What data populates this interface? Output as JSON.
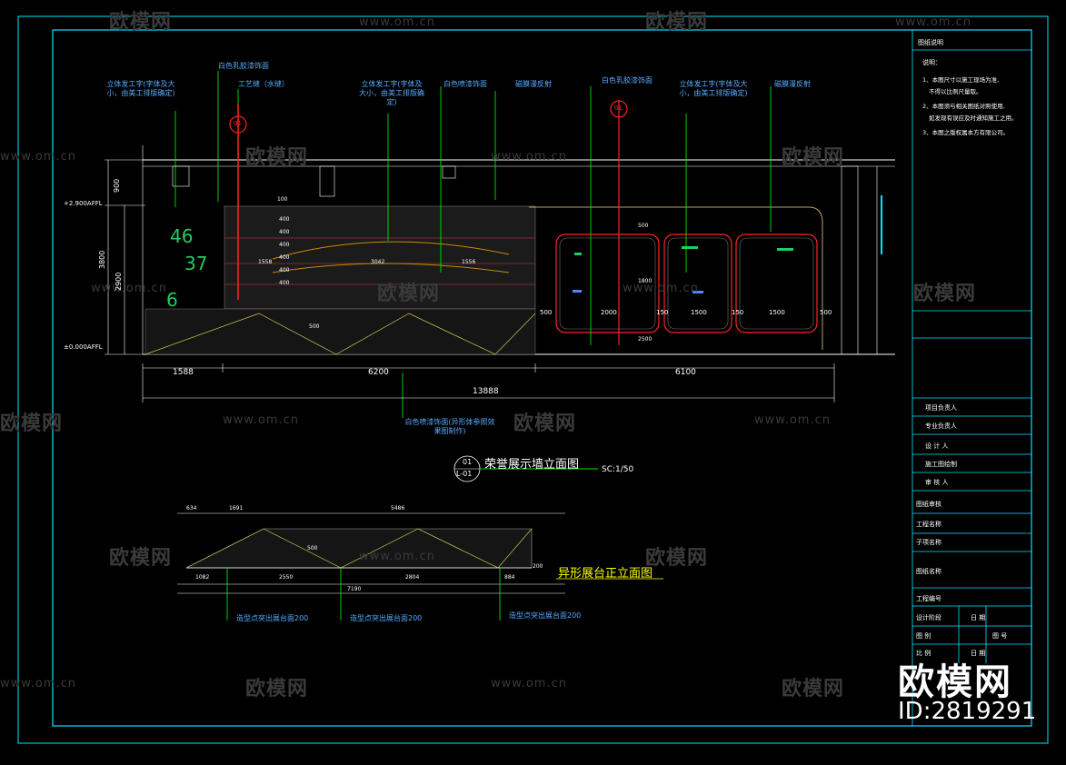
{
  "watermark": {
    "brand": "欧模网",
    "url": "www.om.cn"
  },
  "logo": {
    "brand": "欧模网",
    "id": "ID:2819291"
  },
  "notes": {
    "header": "图纸说明",
    "title": "说明：",
    "items": [
      "1、本图尺寸以施工现场为准,",
      "不得以比例尺量取。",
      "2、本图须与相关图纸对照使用,",
      "如发现有误应及时通知施工之用。",
      "3、本图之版权属本方有限公司。"
    ]
  },
  "title_block": {
    "rows": [
      "项目负责人",
      "专业负责人",
      "设 计 人",
      "施工图绘制",
      "审 核 人",
      "图纸审核",
      "工程名称",
      "子项名称",
      "图纸名称",
      "工程编号",
      "设计阶段",
      "图 别",
      "比 例"
    ],
    "right_cells": [
      "日 期",
      "图 号",
      "日 期"
    ]
  },
  "elevation": {
    "callouts": [
      "立体发工字(字体及大小，由美工排版确定)",
      "白色乳胶漆饰面",
      "工艺缝（水缝）",
      "立体发工字(字体及大小，由美工排版确定)",
      "白色喷漆饰面",
      "磁膜漫反射",
      "白色乳胶漆饰面",
      "立体发工字(字体及大小，由美工排版确定)",
      "磁膜漫反射"
    ],
    "bottom_callout": "白色喷漆饰面(异形体参照效果图制作)",
    "levels": [
      "+2.900AFFL",
      "±0.000AFFL"
    ],
    "vertical_dims": [
      "900",
      "3800",
      "2900"
    ],
    "horizontal_dims": [
      "1588",
      "6200",
      "6100"
    ],
    "total_dim": "13888",
    "panel_dims": [
      "500",
      "2000",
      "150",
      "1500",
      "150",
      "1500",
      "500"
    ],
    "numbers": [
      "46",
      "37",
      "6"
    ],
    "inner_dims": [
      "100",
      "400",
      "400",
      "400",
      "400",
      "400",
      "400",
      "500",
      "1558",
      "3042",
      "1556",
      "1800",
      "500",
      "2500"
    ],
    "markers": [
      "01",
      "01"
    ],
    "title": "荣誉展示墙立面图",
    "tag_top": "01",
    "tag_bottom": "L-01",
    "scale": "SC:1/50"
  },
  "stand": {
    "top_dims": [
      "634",
      "1691",
      "5486"
    ],
    "bottom_dims": [
      "1082",
      "2550",
      "2804",
      "884"
    ],
    "total_dim": "7190",
    "height_dims": [
      "500",
      "200"
    ],
    "callouts": [
      "造型点突出展台面200",
      "造型点突出展台面200",
      "造型点突出展台面200"
    ],
    "title": "异形展台正立面图"
  },
  "colors": {
    "frame": "#00e5ff",
    "leader": "#00ff00",
    "dim": "#ffffff",
    "accent": "#ff2222",
    "text_blue": "#4da6ff",
    "title": "#ffff00"
  }
}
